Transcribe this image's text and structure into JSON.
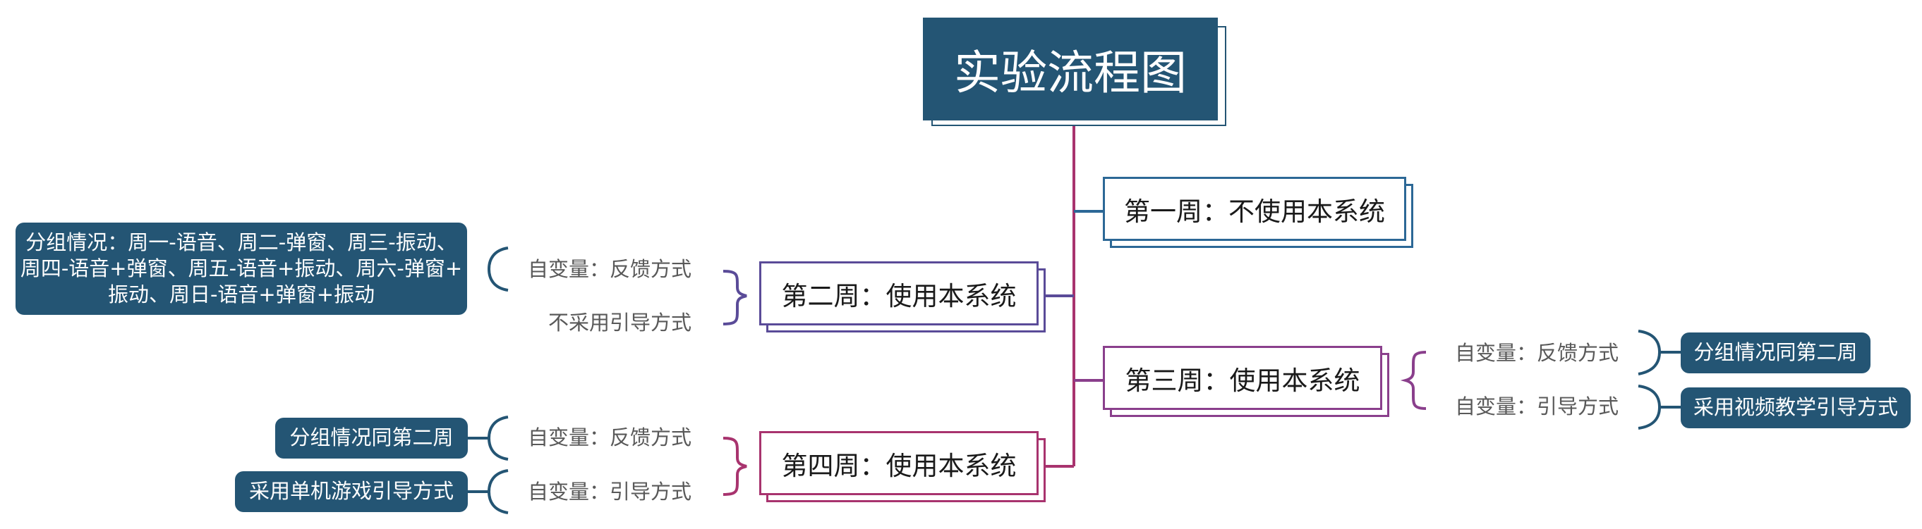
{
  "title": "实验流程图",
  "colors": {
    "title_bg": "#245574",
    "trunk": "#A8336E",
    "week1": "#2C6896",
    "week2": "#5A4B98",
    "week3": "#8A3F8C",
    "week4": "#A8336E",
    "tag_bg": "#245574"
  },
  "weeks": {
    "w1": {
      "label": "第一周：不使用本系统"
    },
    "w2": {
      "label": "第二周：使用本系统",
      "labels": [
        "自变量：反馈方式",
        "不采用引导方式"
      ]
    },
    "w3": {
      "label": "第三周：使用本系统",
      "labels": [
        "自变量：反馈方式",
        "自变量：引导方式"
      ]
    },
    "w4": {
      "label": "第四周：使用本系统",
      "labels": [
        "自变量：反馈方式",
        "自变量：引导方式"
      ]
    }
  },
  "tags": {
    "w2_group": [
      "分组情况：周一-语音、周二-弹窗、周三-振动、",
      "周四-语音+弹窗、周五-语音+振动、周六-弹窗+",
      "振动、周日-语音+弹窗+振动"
    ],
    "w3_group": "分组情况同第二周",
    "w3_guide": "采用视频教学引导方式",
    "w4_group": "分组情况同第二周",
    "w4_guide": "采用单机游戏引导方式"
  }
}
